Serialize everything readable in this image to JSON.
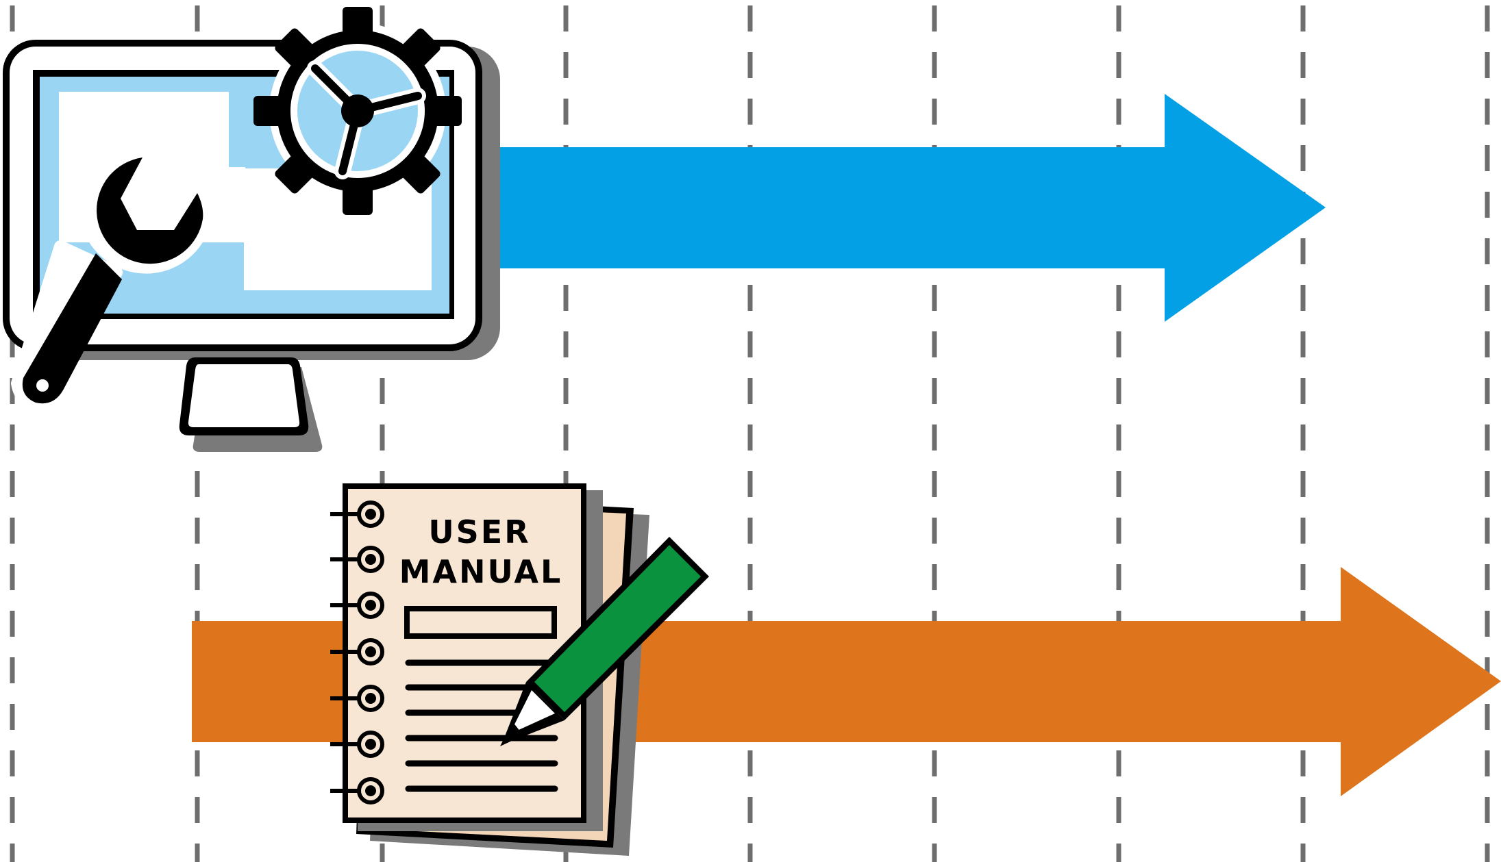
{
  "diagram": {
    "gridlines": {
      "count": 9,
      "style": "dashed",
      "color": "#6e6e6e"
    },
    "arrows": [
      {
        "id": "maintenance",
        "color": "#03a0e5"
      },
      {
        "id": "documentation",
        "color": "#de751c"
      }
    ],
    "illustrations": {
      "computer_maintenance": {
        "icons": [
          "monitor-icon",
          "wrench-icon",
          "gear-icon"
        ],
        "screen_color": "#9bd5f4"
      },
      "user_manual": {
        "icons": [
          "notebook-icon",
          "pencil-icon"
        ],
        "title_line1": "USER",
        "title_line2": "MANUAL",
        "paper_color": "#f8e6d5",
        "pencil_color": "#0a923e"
      }
    }
  }
}
